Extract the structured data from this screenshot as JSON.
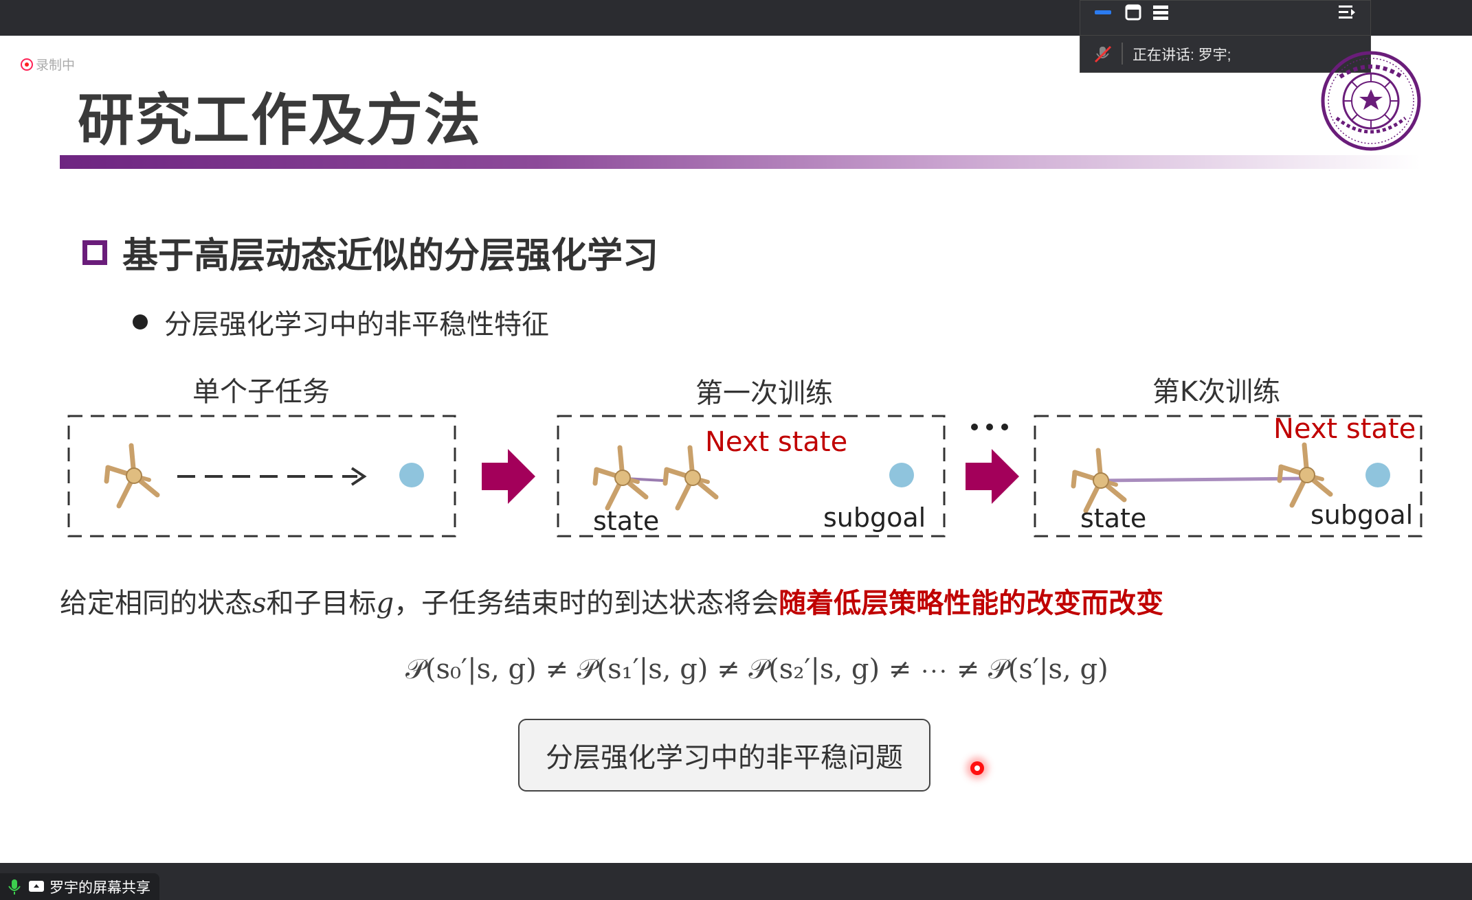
{
  "recording": {
    "label": "录制中"
  },
  "meeting": {
    "speaking_label": "正在讲话:  罗宇;",
    "share_label": "罗宇的屏幕共享"
  },
  "slide": {
    "title": "研究工作及方法",
    "section_heading": "基于高层动态近似的分层强化学习",
    "bullet": "分层强化学习中的非平稳性特征",
    "panels": [
      {
        "title": "单个子任务"
      },
      {
        "title": "第一次训练",
        "next_state": "Next state",
        "state": "state",
        "subgoal": "subgoal"
      },
      {
        "title": "第K次训练",
        "next_state": "Next state",
        "state": "state",
        "subgoal": "subgoal"
      }
    ],
    "ellipsis": "…",
    "description": {
      "part1": "给定相同的状态",
      "var_s": "s",
      "part2": "和子目标",
      "var_g": "g",
      "part3": "，子任务结束时的到达状态将会",
      "emphasis": "随着低层策略性能的改变而改变"
    },
    "formula": "𝒫(s₀′|s, g) ≠ 𝒫(s₁′|s, g) ≠ 𝒫(s₂′|s, g) ≠ ⋯ ≠ 𝒫(s′|s, g)",
    "problem_button": "分层强化学习中的非平稳问题"
  },
  "colors": {
    "purple": "#6a1d7a",
    "arrow": "#a3005a",
    "red": "#c00000",
    "goal": "#8fc4dd"
  }
}
